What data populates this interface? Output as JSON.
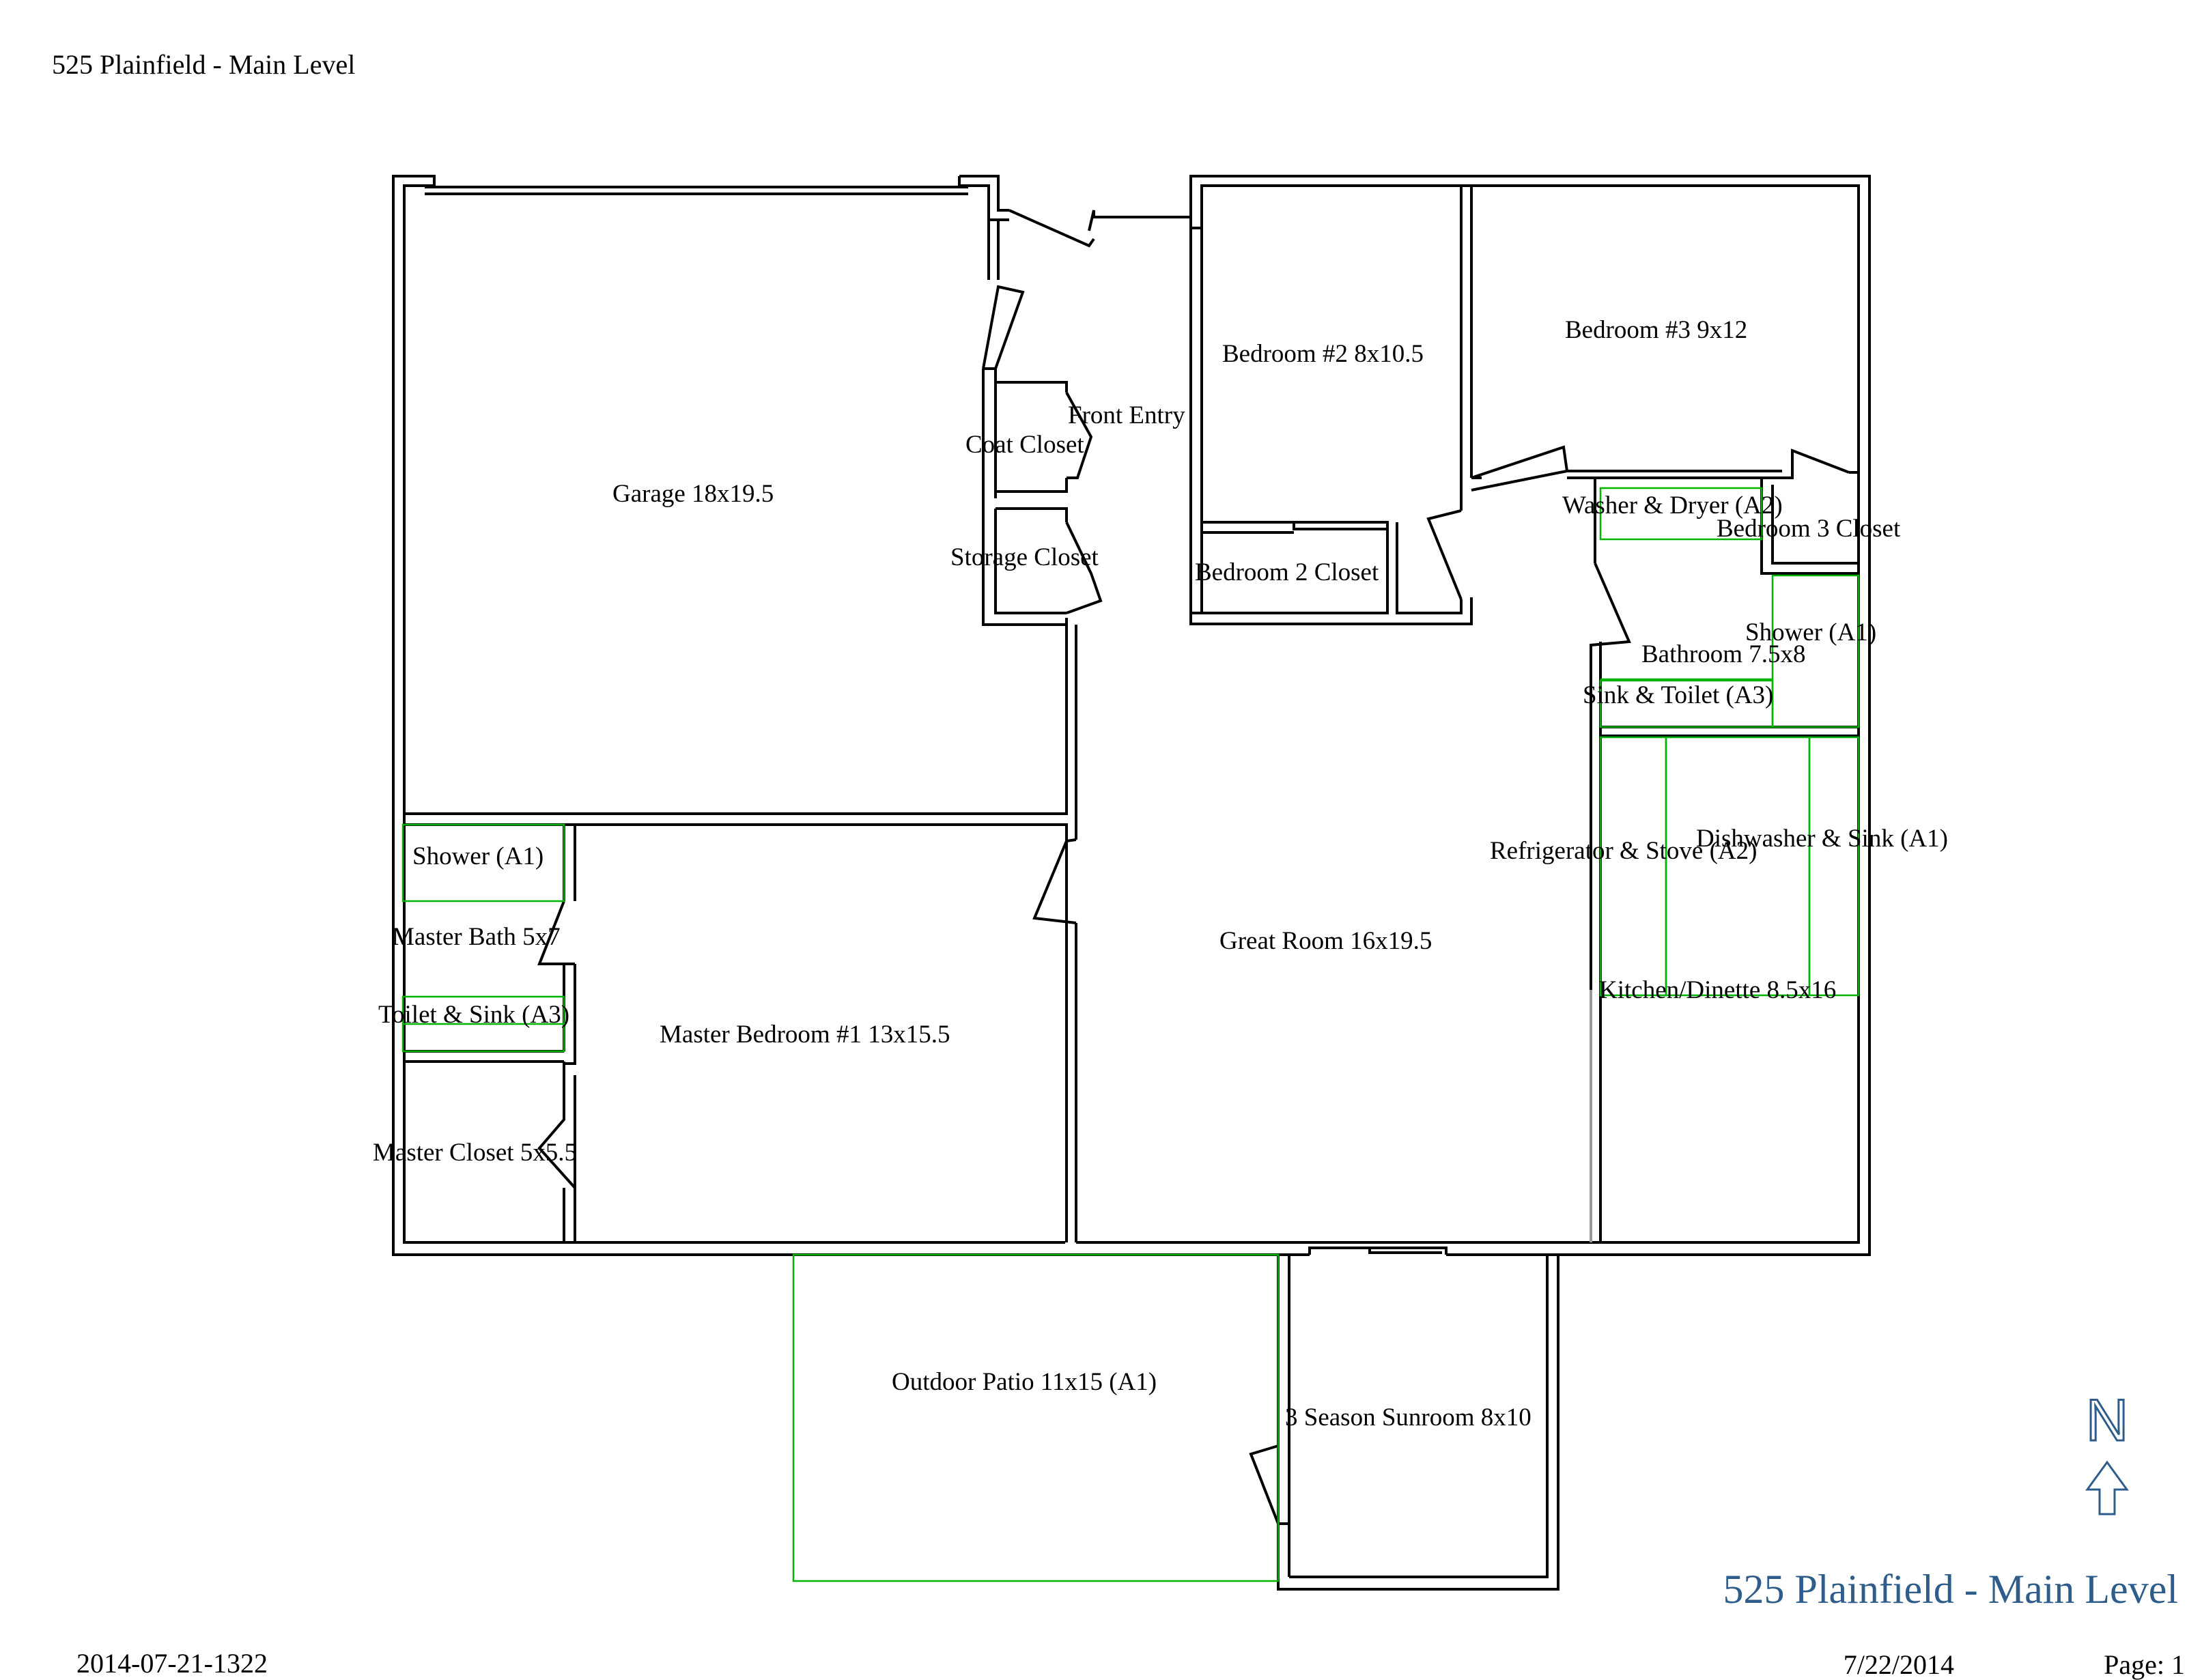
{
  "header": {
    "title": "525 Plainfield - Main Level"
  },
  "colors": {
    "wall": "#000000",
    "fixture": "#00b400",
    "brand_blue": "#2e5d8c"
  },
  "rooms": {
    "garage": "Garage 18x19.5",
    "coat_closet": "Coat Closet",
    "front_entry": "Front Entry",
    "storage_closet": "Storage Closet",
    "bedroom2": "Bedroom #2 8x10.5",
    "bedroom2_closet": "Bedroom 2 Closet",
    "bedroom3": "Bedroom #3 9x12",
    "bedroom3_closet": "Bedroom 3 Closet",
    "washer_dryer": "Washer & Dryer (A2)",
    "shower_bath": "Shower (A1)",
    "bathroom": "Bathroom 7.5x8",
    "sink_toilet": "Sink & Toilet (A3)",
    "fridge_stove": "Refrigerator & Stove (A2)",
    "dishwasher_sink": "Dishwasher & Sink (A1)",
    "kitchen": "Kitchen/Dinette 8.5x16",
    "great_room": "Great Room 16x19.5",
    "master_shower": "Shower (A1)",
    "master_bath": "Master Bath 5x7",
    "toilet_sink": "Toilet & Sink (A3)",
    "master_bedroom": "Master Bedroom #1  13x15.5",
    "master_closet": "Master Closet 5x5.5",
    "patio": "Outdoor Patio 11x15 (A1)",
    "sunroom": "3 Season Sunroom 8x10"
  },
  "compass": {
    "letter": "N",
    "icon": "north-arrow-icon"
  },
  "footer": {
    "title": "525 Plainfield - Main Level",
    "id": "2014-07-21-1322",
    "date": "7/22/2014",
    "page": "Page: 1"
  }
}
